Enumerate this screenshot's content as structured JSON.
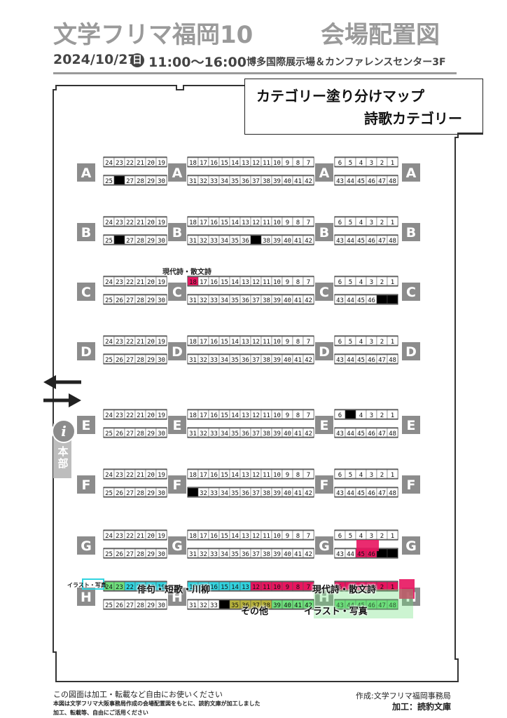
{
  "header": {
    "event_title": "文学フリマ福岡10",
    "map_title": "会場配置図",
    "date": "2024/10/27",
    "weekday": "日",
    "time": "11:00〜16:00",
    "venue": "博多国際展示場＆カンファレンスセンター3F"
  },
  "legend_box": {
    "line1": "カテゴリー塗り分けマップ",
    "line2": "詩歌カテゴリー"
  },
  "hq_label": "本部",
  "info_icon": "i",
  "colors": {
    "wall": "#333333",
    "label_gray": "#8c8c8c",
    "pink": "#e8145f",
    "cyan": "#32d4e0",
    "green": "#6ee07c",
    "olive": "#b8b33c",
    "black": "#000000"
  },
  "rows": [
    {
      "letter": "A",
      "black": [
        "26"
      ]
    },
    {
      "letter": "B",
      "black": [
        "26",
        "37"
      ]
    },
    {
      "letter": "C",
      "black": [
        "47",
        "48"
      ],
      "pink": [
        "18"
      ],
      "annotation": "現代詩・散文詩"
    },
    {
      "letter": "D",
      "black": []
    },
    {
      "letter": "E",
      "black": [
        "5"
      ]
    },
    {
      "letter": "F",
      "black": [
        "31"
      ]
    },
    {
      "letter": "G",
      "black": [
        "47",
        "48"
      ],
      "pink": [
        "45",
        "46"
      ]
    },
    {
      "letter": "H",
      "black": [
        "34"
      ],
      "pink": [
        "12",
        "11",
        "10",
        "9",
        "8",
        "7",
        "6",
        "5",
        "4",
        "3",
        "2",
        "1"
      ],
      "cyan": [
        "22",
        "21",
        "20",
        "19",
        "18",
        "17",
        "16",
        "15",
        "14",
        "13"
      ],
      "green": [
        "24",
        "23",
        "39",
        "40",
        "41",
        "42",
        "43",
        "44",
        "45",
        "46",
        "47",
        "48"
      ],
      "olive": [
        "35",
        "36",
        "37",
        "38"
      ]
    }
  ],
  "block_numbers": {
    "left_top": [
      "24",
      "23",
      "22",
      "21",
      "20",
      "19"
    ],
    "left_bottom": [
      "25",
      "26",
      "27",
      "28",
      "29",
      "30"
    ],
    "mid_top": [
      "18",
      "17",
      "16",
      "15",
      "14",
      "13",
      "12",
      "11",
      "10",
      "9",
      "8",
      "7"
    ],
    "mid_bottom": [
      "31",
      "32",
      "33",
      "34",
      "35",
      "36",
      "37",
      "38",
      "39",
      "40",
      "41",
      "42"
    ],
    "right_top": [
      "6",
      "5",
      "4",
      "3",
      "2",
      "1"
    ],
    "right_bottom": [
      "43",
      "44",
      "45",
      "46",
      "47",
      "48"
    ]
  },
  "category_labels": {
    "haiku": "俳句・短歌・川柳",
    "poetry": "現代詩・散文詩",
    "illust_small": "イラスト・写真",
    "illust": "イラスト・写真",
    "other": "その他"
  },
  "footer": {
    "note1": "この図面は加工・転載など自由にお使いください",
    "note2": "本図は文学フリマ大阪事務局作成の会場配置図をもとに、読豹文庫が加工しました",
    "note3": "加工、転載等、自由にご活用ください",
    "credit1": "作成:文学フリマ福岡事務局",
    "credit2_prefix": "加工：",
    "credit2_name": "読豹文庫"
  }
}
